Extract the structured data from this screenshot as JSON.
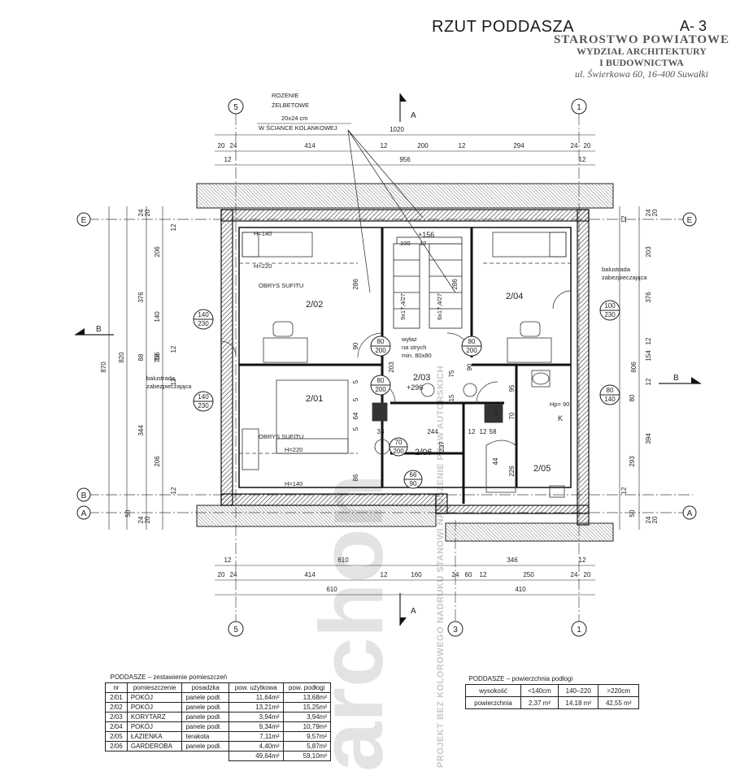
{
  "title": "RZUT PODDASZA",
  "sheet_number": "A- 3",
  "stamp": {
    "line1": "STAROSTWO POWIATOWE",
    "line2": "WYDZIAŁ ARCHITEKTURY",
    "line3": "I BUDOWNICTWA",
    "line4": "ul. Świerkowa 60, 16-400 Suwałki"
  },
  "watermark": {
    "logo": "archon",
    "vertical_text": "PROJEKT BEZ KOLOROWEGO NADRUKU STANOWI NARUSZENIE PRAW AUTORSKICH"
  },
  "axis_labels": {
    "axis_5": "5",
    "axis_1": "1",
    "axis_3": "3",
    "axis_E": "E",
    "axis_B": "B",
    "axis_A": "A"
  },
  "section_markers": {
    "section_a": "A",
    "section_b": "B"
  },
  "annotations": {
    "lintel": [
      "ROZENIE",
      "ŻELBETOWE",
      "20x24 cm",
      "W ŚCIANCE KOLANKOWEJ"
    ],
    "level_1": "+156",
    "level_2": "+296",
    "stairs_left": "9x17,4/27",
    "stairs_right": "6x17,4/27",
    "stair_cap": "100",
    "stair_cap_2": "12",
    "attic_exit": [
      "wyłaz",
      "na strych",
      "min. 80x80"
    ],
    "ceiling_outline_1": "OBRYS SUFITU",
    "ceiling_outline_2": "OBRYS SUFITU",
    "h140": "H=140",
    "h220": "H=220",
    "h140_b": "H=140",
    "h220_b": "H=220",
    "balustrade_left": [
      "balustrada",
      "zabezpieczająca"
    ],
    "balustrade_right": [
      "balustrada",
      "zabezpieczająca"
    ],
    "hp": "Hp= 90",
    "k": "K"
  },
  "rooms": [
    {
      "id": "2/01",
      "label": "2/01"
    },
    {
      "id": "2/02",
      "label": "2/02"
    },
    {
      "id": "2/03",
      "label": "2/03"
    },
    {
      "id": "2/04",
      "label": "2/04"
    },
    {
      "id": "2/05",
      "label": "2/05"
    },
    {
      "id": "2/06",
      "label": "2/06"
    }
  ],
  "windows": [
    {
      "top": "140",
      "bottom": "230"
    },
    {
      "top": "140",
      "bottom": "230"
    },
    {
      "top": "100",
      "bottom": "230"
    },
    {
      "top": "80",
      "bottom": "140"
    },
    {
      "top": "80",
      "bottom": "200"
    },
    {
      "top": "80",
      "bottom": "200"
    },
    {
      "top": "80",
      "bottom": "200"
    },
    {
      "top": "70",
      "bottom": "200"
    },
    {
      "top": "66",
      "bottom": "90"
    }
  ],
  "dims_top": {
    "overall": "1020",
    "r1": [
      "20",
      "24",
      "414",
      "12",
      "200",
      "12",
      "294",
      "24",
      "20"
    ],
    "r2": [
      "12",
      "956",
      "12"
    ]
  },
  "dims_bottom": {
    "r1": [
      "12",
      "610",
      "346",
      "12"
    ],
    "r2": [
      "20",
      "24",
      "414",
      "12",
      "160",
      "24",
      "60",
      "12",
      "250",
      "24",
      "20"
    ],
    "r3": [
      "610",
      "410"
    ]
  },
  "dims_left": {
    "outer": "870",
    "second": "820",
    "third": "756",
    "chain": [
      "24",
      "20",
      "206",
      "376",
      "140",
      "88",
      "18",
      "344",
      "206",
      "50",
      "24",
      "20"
    ],
    "small": [
      "12",
      "12",
      "12",
      "12"
    ]
  },
  "dims_right": {
    "outer": "806",
    "chain": [
      "24",
      "20",
      "203",
      "376",
      "154",
      "80",
      "394",
      "293",
      "50",
      "24",
      "20"
    ],
    "small": [
      "12",
      "12",
      "12",
      "12"
    ]
  },
  "dims_inner": {
    "left_room_h": "286",
    "mid": [
      "90",
      "90",
      "5",
      "5",
      "5",
      "64",
      "5",
      "86",
      "75",
      "15",
      "203",
      "244",
      "237",
      "38",
      "58",
      "12",
      "95",
      "70",
      "226",
      "3",
      "12"
    ],
    "bath_w": "44"
  },
  "room_table": {
    "caption": "PODDASZE  –  zestawienie pomieszczeń",
    "headers": [
      "nr",
      "pomieszczenie",
      "posadzka",
      "pow. użytkowa",
      "pow. podłogi"
    ],
    "rows": [
      [
        "2/01",
        "POKÓJ",
        "panele podł.",
        "11,64m²",
        "13,68m²"
      ],
      [
        "2/02",
        "POKÓJ",
        "panele podł.",
        "13,21m²",
        "15,25m²"
      ],
      [
        "2/03",
        "KORYTARZ",
        "panele podł.",
        "3,94m²",
        "3,94m²"
      ],
      [
        "2/04",
        "POKÓJ",
        "panele podł.",
        "9,34m²",
        "10,79m²"
      ],
      [
        "2/05",
        "ŁAZIENKA",
        "terakota",
        "7,11m²",
        "9,57m²"
      ],
      [
        "2/06",
        "GARDEROBA",
        "panele podł.",
        "4,40m²",
        "5,87m²"
      ]
    ],
    "totals": [
      "49,64m²",
      "59,10m²"
    ]
  },
  "area_table": {
    "caption": "PODDASZE  –  powierzchnia podłogi",
    "row1": [
      "wysokość",
      "<140cm",
      "140–220",
      ">220cm"
    ],
    "row2": [
      "powierzchnia",
      "2,37 m²",
      "14,18 m²",
      "42,55 m²"
    ]
  }
}
